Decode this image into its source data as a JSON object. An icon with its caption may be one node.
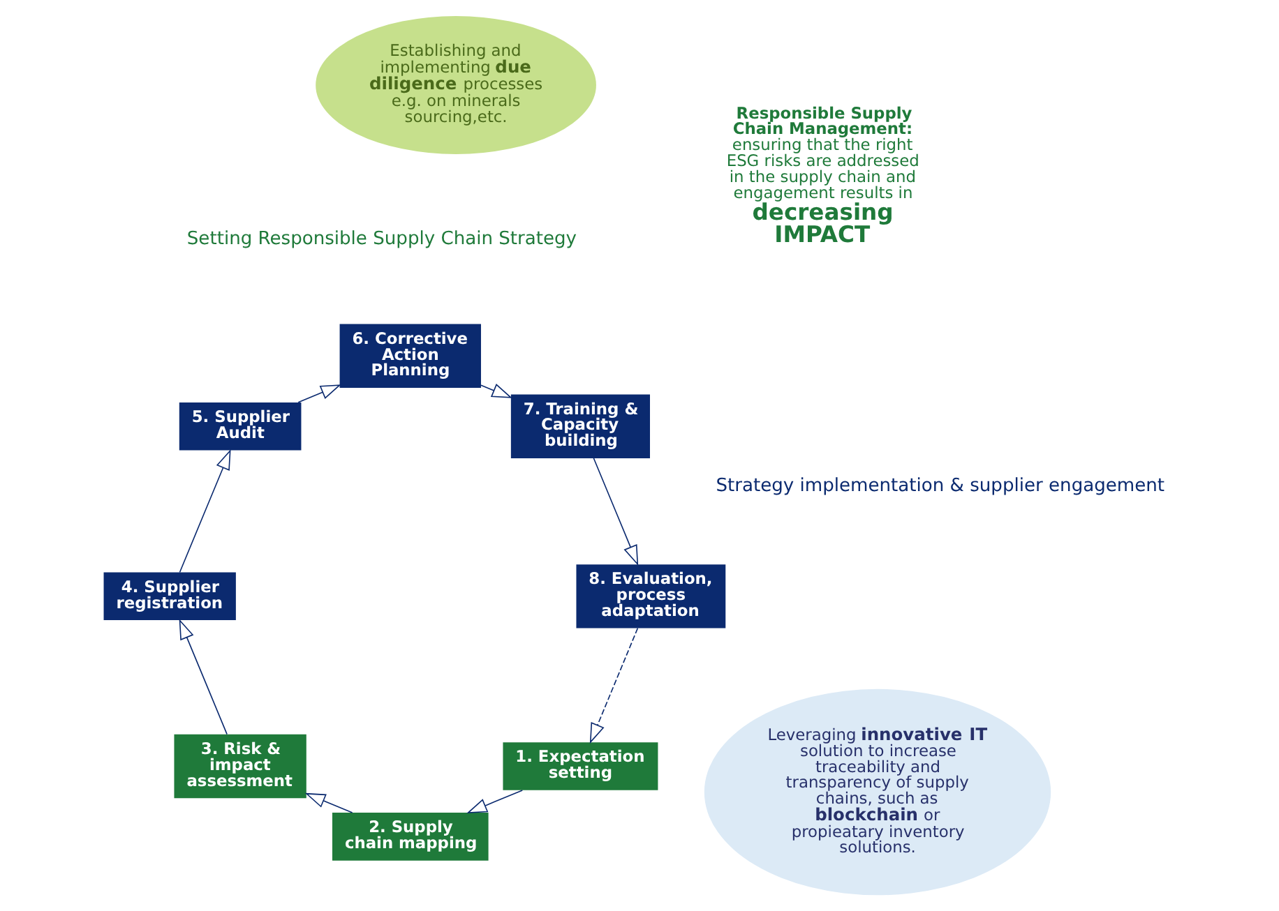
{
  "diagram": {
    "nodes": [
      {
        "text": [
          "1. Expectation setting"
        ]
      },
      {
        "text": [
          "2. Supply chain mapping"
        ]
      },
      {
        "text": [
          "3. Risk & impact assessment"
        ]
      },
      {
        "text": [
          "4. Supplier registration"
        ]
      },
      {
        "text": [
          "5. Supplier Audit"
        ]
      },
      {
        "text": [
          "6. Corrective Action Planning"
        ]
      },
      {
        "text": [
          "7. Training & Capacity building"
        ]
      },
      {
        "text": [
          "8. Evaluation, process adaptation"
        ]
      },
      {
        "text": [
          "Responsible Supply Chain Management:",
          "ensuring that the right ESG risks are addressed in the supply chain and engagement results in",
          "decreasing IMPACT"
        ]
      },
      {
        "text": [
          "Leveraging **innovative IT** solution to increase traceability and transparency of supply chains, such as **blockchain** or propieatary inventory solutions."
        ]
      },
      {
        "text": [
          "Establishing and implementing **due diligence** processes e.g. on minerals sourcing,etc."
        ]
      }
    ],
    "edges": [
      {
        "from": 0,
        "to": 1,
        "arrow": "to"
      },
      {
        "from": 1,
        "to": 2,
        "arrow": "to"
      },
      {
        "from": 2,
        "to": 3,
        "arrow": "to"
      },
      {
        "from": 3,
        "to": 4,
        "arrow": "to"
      },
      {
        "from": 4,
        "to": 5,
        "arrow": "to"
      },
      {
        "from": 5,
        "to": 6,
        "arrow": "to"
      },
      {
        "from": 6,
        "to": 7,
        "arrow": "to"
      },
      {
        "from": 7,
        "to": 0,
        "arrow": "to",
        "style": "dashed"
      }
    ],
    "labels": [
      "Setting Responsible Supply Chain Strategy",
      "Strategy implementation & supplier engagement"
    ]
  }
}
